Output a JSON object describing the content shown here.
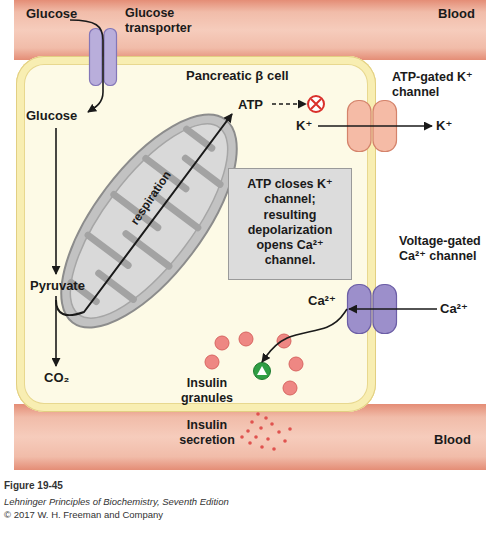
{
  "diagram": {
    "caption": "Figure 19-45",
    "nodes": [
      {
        "text": [
          "Blood"
        ]
      },
      {
        "text": [
          "Pancreatic β cell"
        ]
      },
      {
        "text": [
          "Glucose transporter"
        ]
      },
      {
        "text": [
          "respiration"
        ],
        "in": 1
      },
      {
        "text": [
          "ATP-gated K⁺ channel"
        ]
      },
      {
        "text": [
          "ATP closes K⁺ channel; resulting depolarization opens Ca²⁺ channel."
        ],
        "in": 1
      },
      {
        "text": [
          "Voltage-gated Ca²⁺ channel"
        ]
      },
      {
        "text": [
          "Insulin granules"
        ],
        "in": 1
      },
      {
        "text": [
          "Insulin secretion",
          "Blood"
        ]
      }
    ],
    "edges": [
      {
        "from": 6,
        "to": 7,
        "label": "Ca²⁺",
        "arrow": "to"
      }
    ],
    "labels": [
      "Glucose",
      "Glucose",
      "Pyruvate",
      "CO₂",
      "ATP",
      "K⁺",
      "K⁺",
      "Ca²⁺",
      "Lehninger Principles of Biochemistry, Seventh Edition",
      "© 2017 W. H. Freeman and Company"
    ]
  }
}
